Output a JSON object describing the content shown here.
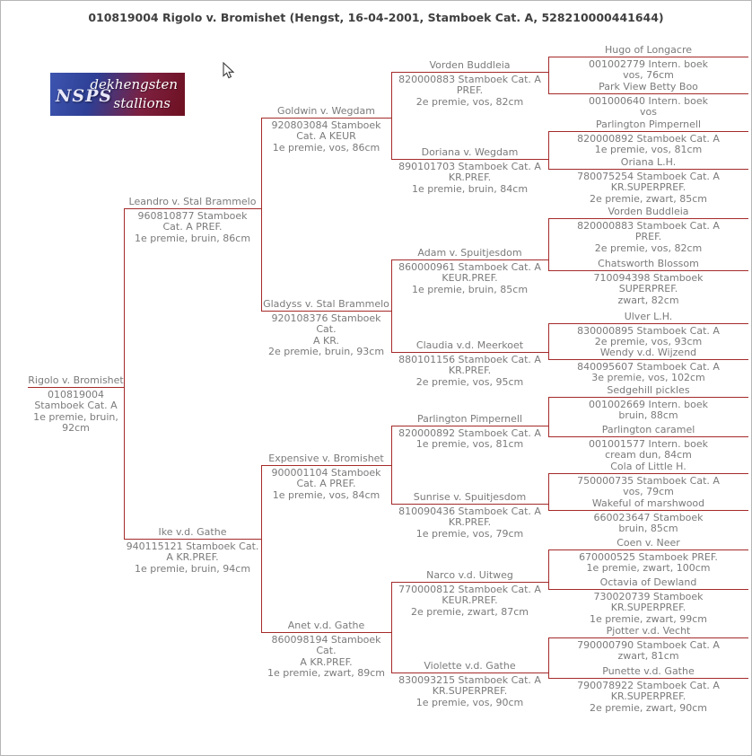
{
  "page": {
    "title": "010819004 Rigolo v. Bromishet (Hengst, 16-04-2001, Stamboek Cat. A, 528210000441644)"
  },
  "logo": {
    "nsps": "NSPS",
    "word1": "dekhengsten",
    "word2": "stallions"
  },
  "colors": {
    "tree_line": "#a52a2a",
    "text": "#7b7b7b",
    "logo_blue": "#3d55b0",
    "logo_red": "#6e1020"
  },
  "pedigree": {
    "generations": [
      {
        "nodes": [
          {
            "name": "Rigolo v. Bromishet",
            "details": [
              "010819004",
              "Stamboek Cat. A",
              "1e premie, bruin,",
              "92cm"
            ]
          }
        ]
      },
      {
        "nodes": [
          {
            "name": "Leandro v. Stal Brammelo",
            "details": [
              "960810877 Stamboek",
              "Cat. A PREF.",
              "1e premie, bruin, 86cm"
            ]
          },
          {
            "name": "Ike v.d. Gathe",
            "details": [
              "940115121 Stamboek Cat.",
              "A KR.PREF.",
              "1e premie, bruin, 94cm"
            ]
          }
        ]
      },
      {
        "nodes": [
          {
            "name": "Goldwin v. Wegdam",
            "details": [
              "920803084 Stamboek",
              "Cat. A KEUR",
              "1e premie, vos, 86cm"
            ]
          },
          {
            "name": "Gladyss v. Stal Brammelo",
            "details": [
              "920108376 Stamboek Cat.",
              "A KR.",
              "2e premie, bruin, 93cm"
            ]
          },
          {
            "name": "Expensive v. Bromishet",
            "details": [
              "900001104 Stamboek",
              "Cat. A PREF.",
              "1e premie, vos, 84cm"
            ]
          },
          {
            "name": "Anet v.d. Gathe",
            "details": [
              "860098194 Stamboek Cat.",
              "A KR.PREF.",
              "1e premie, zwart, 89cm"
            ]
          }
        ]
      },
      {
        "nodes": [
          {
            "name": "Vorden Buddleia",
            "details": [
              "820000883 Stamboek Cat. A",
              "PREF.",
              "2e premie, vos, 82cm"
            ]
          },
          {
            "name": "Doriana v. Wegdam",
            "details": [
              "890101703 Stamboek Cat. A",
              "KR.PREF.",
              "1e premie, bruin, 84cm"
            ]
          },
          {
            "name": "Adam v. Spuitjesdom",
            "details": [
              "860000961 Stamboek Cat. A",
              "KEUR.PREF.",
              "1e premie, bruin, 85cm"
            ]
          },
          {
            "name": "Claudia v.d. Meerkoet",
            "details": [
              "880101156 Stamboek Cat. A",
              "KR.PREF.",
              "2e premie, vos, 95cm"
            ]
          },
          {
            "name": "Parlington Pimpernell",
            "details": [
              "820000892 Stamboek Cat. A",
              "1e premie, vos, 81cm"
            ]
          },
          {
            "name": "Sunrise v. Spuitjesdom",
            "details": [
              "810090436 Stamboek Cat. A",
              "KR.PREF.",
              "1e premie, vos, 79cm"
            ]
          },
          {
            "name": "Narco v.d. Uitweg",
            "details": [
              "770000812 Stamboek Cat. A",
              "KEUR.PREF.",
              "2e premie, zwart, 87cm"
            ]
          },
          {
            "name": "Violette v.d. Gathe",
            "details": [
              "830093215 Stamboek Cat. A",
              "KR.SUPERPREF.",
              "1e premie, vos, 90cm"
            ]
          }
        ]
      },
      {
        "nodes": [
          {
            "name": "Hugo of Longacre",
            "details": [
              "001002779 Intern. boek",
              "vos, 76cm"
            ]
          },
          {
            "name": "Park View Betty Boo",
            "details": [
              "001000640 Intern. boek",
              "vos"
            ]
          },
          {
            "name": "Parlington Pimpernell",
            "details": [
              "820000892 Stamboek Cat. A",
              "1e premie, vos, 81cm"
            ]
          },
          {
            "name": "Oriana L.H.",
            "details": [
              "780075254 Stamboek Cat. A",
              "KR.SUPERPREF.",
              "2e premie, zwart, 85cm"
            ]
          },
          {
            "name": "Vorden Buddleia",
            "details": [
              "820000883 Stamboek Cat. A",
              "PREF.",
              "2e premie, vos, 82cm"
            ]
          },
          {
            "name": "Chatsworth Blossom",
            "details": [
              "710094398 Stamboek",
              "SUPERPREF.",
              "zwart, 82cm"
            ]
          },
          {
            "name": "Ulver L.H.",
            "details": [
              "830000895 Stamboek Cat. A",
              "2e premie, vos, 93cm"
            ]
          },
          {
            "name": "Wendy v.d. Wijzend",
            "details": [
              "840095607 Stamboek Cat. A",
              "3e premie, vos, 102cm"
            ]
          },
          {
            "name": "Sedgehill pickles",
            "details": [
              "001002669 Intern. boek",
              "bruin, 88cm"
            ]
          },
          {
            "name": "Parlington caramel",
            "details": [
              "001001577 Intern. boek",
              "cream dun, 84cm"
            ]
          },
          {
            "name": "Cola of Little H.",
            "details": [
              "750000735 Stamboek Cat. A",
              "vos, 79cm"
            ]
          },
          {
            "name": "Wakeful of marshwood",
            "details": [
              "660023647 Stamboek",
              "bruin, 85cm"
            ]
          },
          {
            "name": "Coen v. Neer",
            "details": [
              "670000525 Stamboek PREF.",
              "1e premie, zwart, 100cm"
            ]
          },
          {
            "name": "Octavia of Dewland",
            "details": [
              "730020739 Stamboek",
              "KR.SUPERPREF.",
              "1e premie, zwart, 99cm"
            ]
          },
          {
            "name": "Pjotter v.d. Vecht",
            "details": [
              "790000790 Stamboek Cat. A",
              "zwart, 81cm"
            ]
          },
          {
            "name": "Punette v.d. Gathe",
            "details": [
              "790078922 Stamboek Cat. A",
              "KR.SUPERPREF.",
              "2e premie, zwart, 90cm"
            ]
          }
        ]
      }
    ]
  }
}
